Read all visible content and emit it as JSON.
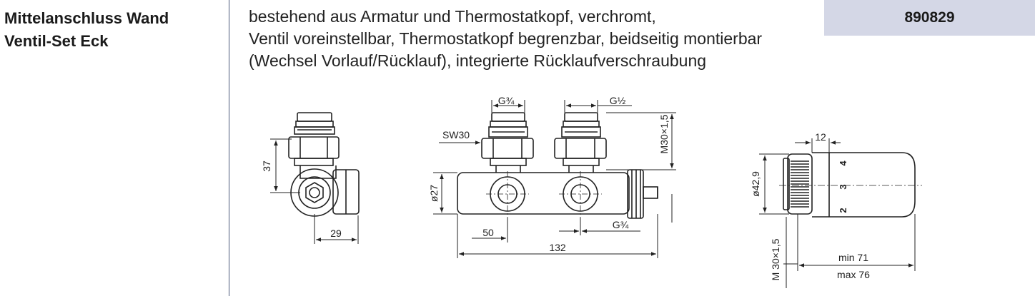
{
  "product": {
    "title_line1": "Mittelanschluss Wand",
    "title_line2": "Ventil-Set Eck",
    "article_number": "890829"
  },
  "description": {
    "line1": "bestehend aus Armatur und Thermostatkopf, verchromt,",
    "line2": "Ventil voreinstellbar, Thermostatkopf begrenzbar, beidseitig montierbar",
    "line3": "(Wechsel Vorlauf/Rücklauf), integrierte Rücklaufverschraubung"
  },
  "colors": {
    "article_bg": "#d4d7e6",
    "divider": "#4a5a7a"
  },
  "dimensions": {
    "side_height": "37",
    "side_width": "29",
    "front_thread_left": "G¾",
    "front_thread_right": "G½",
    "front_sw": "SW30",
    "front_diameter": "ø27",
    "front_m30": "M30×1,5",
    "front_50": "50",
    "front_g34_bottom": "G¾",
    "front_132": "132",
    "head_12": "12",
    "head_diameter": "ø42,9",
    "head_scale_4": "4",
    "head_scale_3": "3",
    "head_scale_2": "2",
    "head_m30": "M 30×1,5",
    "head_min": "min 71",
    "head_max": "max 76"
  }
}
